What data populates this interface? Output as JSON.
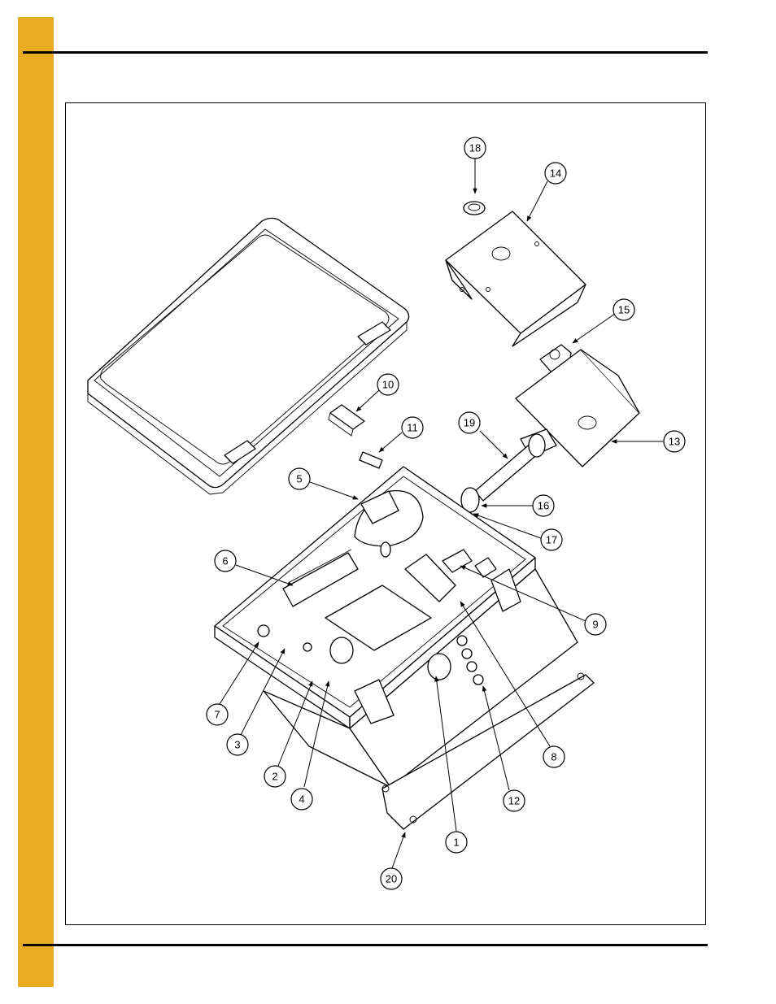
{
  "page": {
    "accent_color": "#e8ab22",
    "rule_color": "#000000"
  },
  "diagram": {
    "callouts": [
      "1",
      "2",
      "3",
      "4",
      "5",
      "6",
      "7",
      "8",
      "9",
      "10",
      "11",
      "12",
      "13",
      "14",
      "15",
      "16",
      "17",
      "18",
      "19",
      "20"
    ]
  }
}
